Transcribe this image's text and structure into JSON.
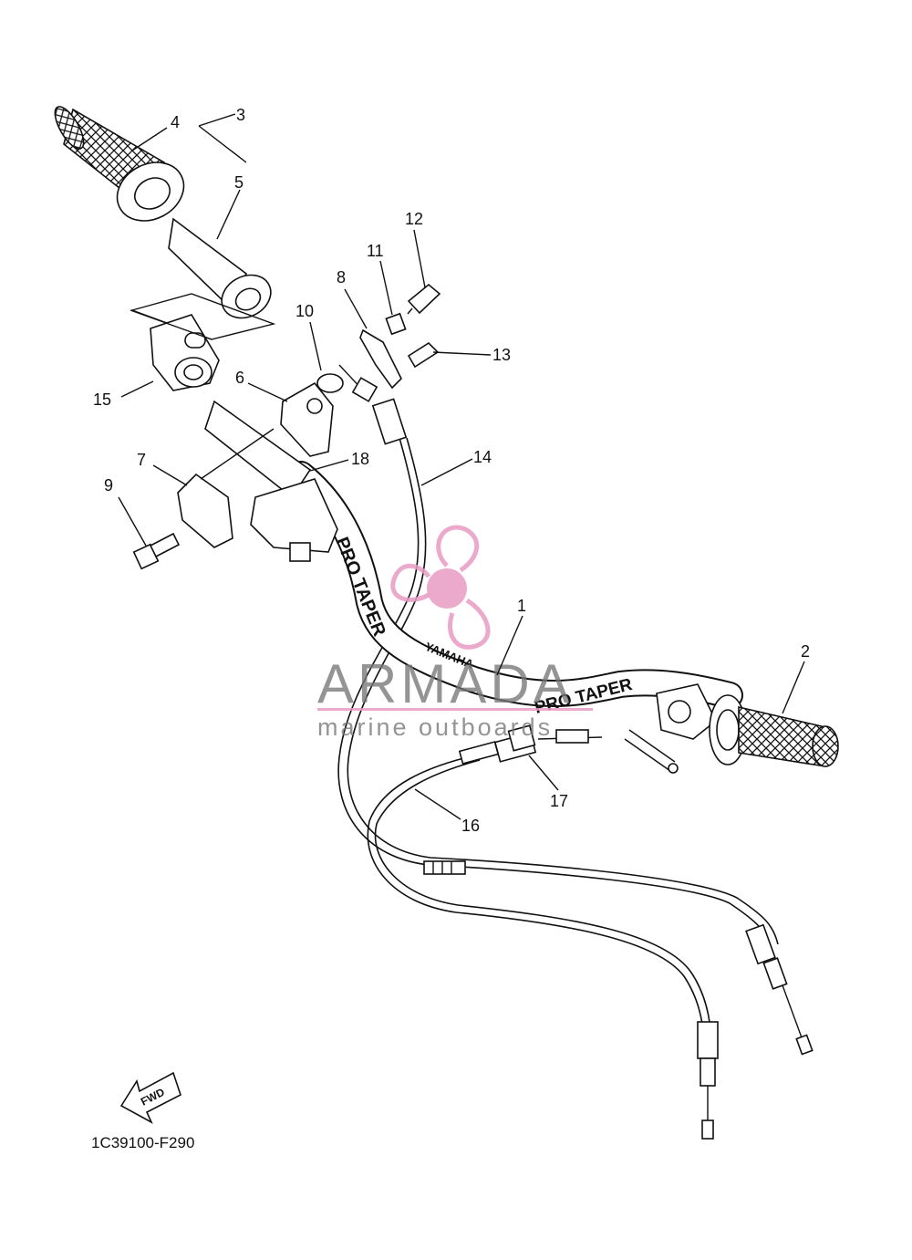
{
  "diagram_code": "1C39100-F290",
  "fwd_label": "FWD",
  "bar_text": {
    "brand_left": "PRO TAPER",
    "center": "YAMAHA",
    "brand_right": "PRO TAPER"
  },
  "watermark": {
    "title": "ARMADA",
    "subtitle": "marine outboards",
    "accent": "#e89ac3"
  },
  "callouts": [
    "1",
    "2",
    "3",
    "4",
    "5",
    "6",
    "7",
    "8",
    "9",
    "10",
    "11",
    "12",
    "13",
    "14",
    "15",
    "16",
    "17",
    "18"
  ]
}
